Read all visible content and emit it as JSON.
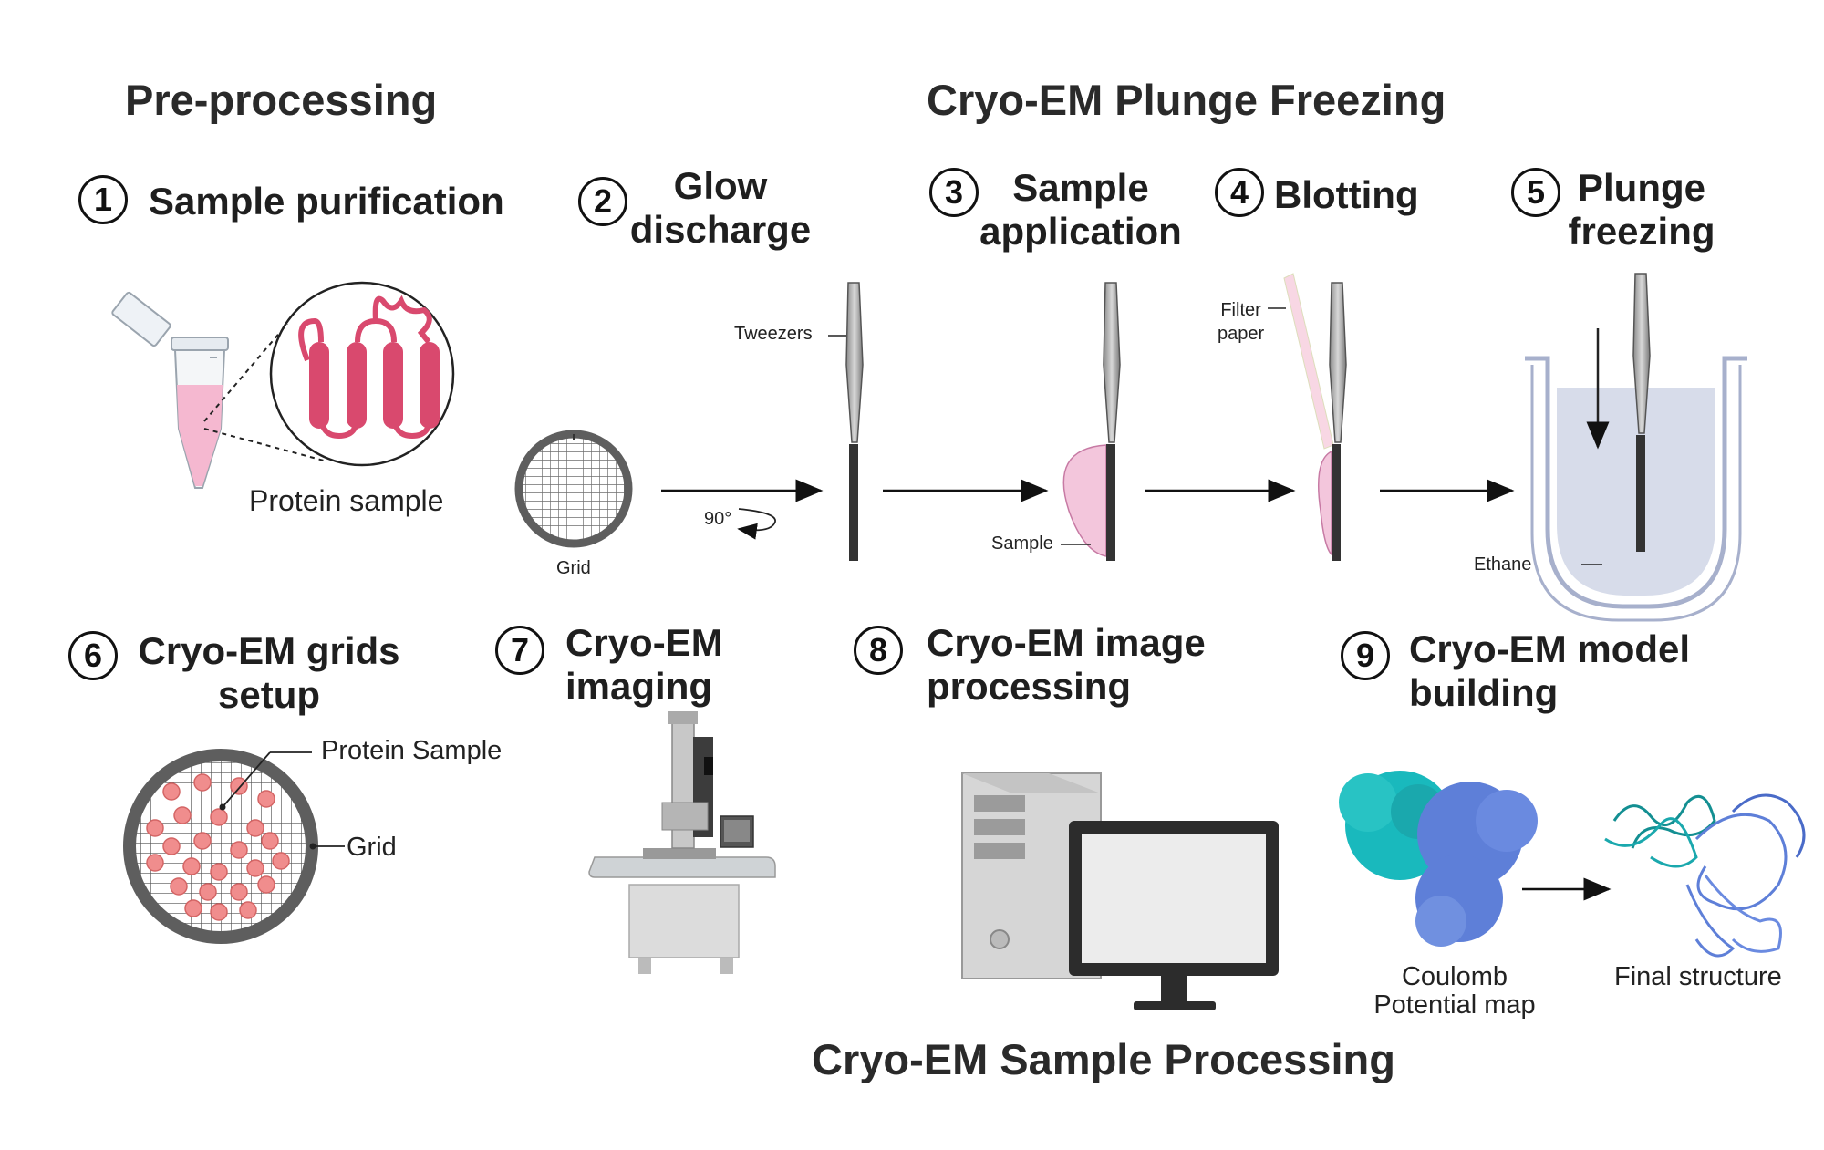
{
  "headers": {
    "preprocessing": "Pre-processing",
    "plunge_freezing": "Cryo-EM Plunge Freezing",
    "sample_processing": "Cryo-EM Sample Processing"
  },
  "steps": [
    {
      "number": "1",
      "title": "Sample purification"
    },
    {
      "number": "2",
      "title_line1": "Glow",
      "title_line2": "discharge"
    },
    {
      "number": "3",
      "title_line1": "Sample",
      "title_line2": "application"
    },
    {
      "number": "4",
      "title": "Blotting"
    },
    {
      "number": "5",
      "title_line1": "Plunge",
      "title_line2": "freezing"
    },
    {
      "number": "6",
      "title_line1": "Cryo-EM grids",
      "title_line2": "setup"
    },
    {
      "number": "7",
      "title_line1": "Cryo-EM",
      "title_line2": "imaging"
    },
    {
      "number": "8",
      "title_line1": "Cryo-EM image",
      "title_line2": "processing"
    },
    {
      "number": "9",
      "title_line1": "Cryo-EM model",
      "title_line2": "building"
    }
  ],
  "labels": {
    "protein_sample": "Protein sample",
    "tweezers": "Tweezers",
    "grid": "Grid",
    "rotation": "90°",
    "sample": "Sample",
    "filter_paper_line1": "Filter",
    "filter_paper_line2": "paper",
    "ethane": "Ethane",
    "grid_protein_sample": "Protein Sample",
    "grid_label": "Grid",
    "coulomb_line1": "Coulomb",
    "coulomb_line2": "Potential map",
    "final_structure": "Final structure"
  },
  "colors": {
    "protein_pink": "#d9496e",
    "sample_fill": "#f3c6dc",
    "grid_ring": "#5e5e5e",
    "cryo_bath": "#d7dcea",
    "map_cyan": "#19b9bd",
    "map_blue": "#5e7fd8"
  },
  "icons": [
    "tube-icon",
    "protein-magnifier-icon",
    "grid-disc-icon",
    "tweezers-icon",
    "filter-paper-icon",
    "ethane-bath-icon",
    "grid-setup-icon",
    "microscope-icon",
    "computer-icon",
    "monitor-icon",
    "coulomb-map-icon",
    "ribbon-structure-icon"
  ]
}
